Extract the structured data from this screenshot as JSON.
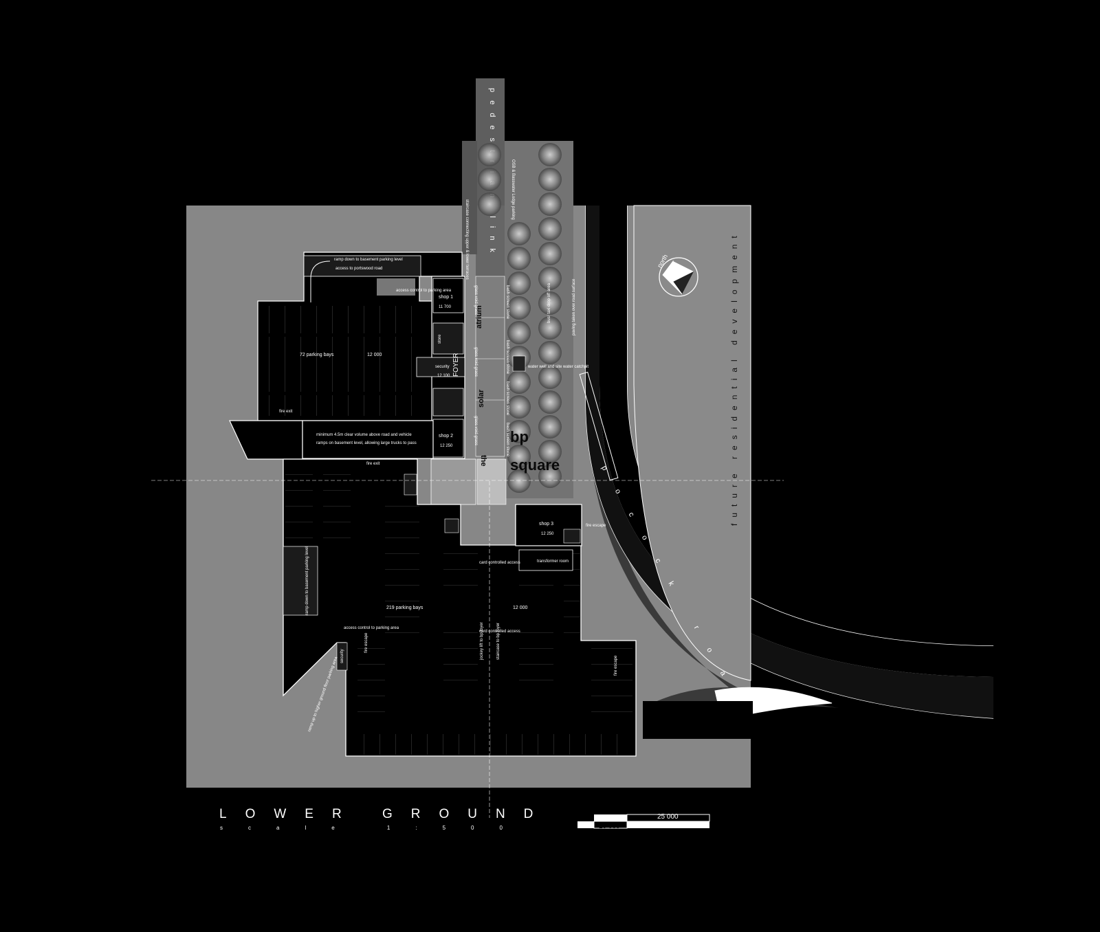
{
  "title": "LOWER GROUND",
  "subtitle": "scale  1:500",
  "scale_bar": {
    "major": "25 000",
    "minor": "10 000"
  },
  "north_label": "north",
  "future_development": "future residential development",
  "pedestrian_link": "pedestrian link",
  "road_name": "pocock road",
  "bp_square": {
    "line1": "bp",
    "line2": "square",
    "the": "the"
  },
  "atrium_labels": {
    "atrium": "atrium",
    "solar": "solar",
    "foyer": "FOYER"
  },
  "glass_void": [
    "glass void grass",
    "glass void grass",
    "glass void grass"
  ],
  "shops": [
    {
      "name": "shop 1",
      "area": "11 700"
    },
    {
      "name": "shop 2",
      "area": "12 250"
    },
    {
      "name": "shop 3",
      "area": "12 250"
    }
  ],
  "security_top": {
    "name": "security",
    "area": "12 100"
  },
  "parking_north": {
    "label": "72 parking bays",
    "area": "12 000"
  },
  "parking_south": {
    "label": "219 parking bays",
    "area": "12 000"
  },
  "notes": {
    "ramp_down": "ramp down to basement parking level",
    "access_portswood": "access to portswood road",
    "access_control_top": "access control to parking area",
    "clear_volume_1": "minimum 4.5m clear volume above road and vehicle",
    "clear_volume_2": "ramps on basement level, allowing large trucks to pass",
    "fire_exit": "fire exit",
    "fire_exit_2": "fire exit",
    "fire_escape": "fire escape",
    "fire_escape_2": "fire escape",
    "fire_escape_3": "fire escape",
    "card_access": "card controlled access",
    "card_access_2": "card controlled access",
    "transformer": "transformer room",
    "access_control_south": "access control to parking area",
    "ramp_down_basement": "ramp down to basement parking level",
    "ramp_up": "ramp up to higher ground floor parking area",
    "water_well": "water well and site water catchpit",
    "store": "store",
    "security": "security",
    "bus_taxi": "bus/ taxi drop off area",
    "paving": "paving taken over road surface",
    "lodge_parking": "OSB & Basswater Lodge parking",
    "staircase": "staircase connecting upper & lower terraces",
    "jockey_lift": "jockey lift to bp foyer",
    "jockey_lift_2": "staircase to bp foyer"
  },
  "tree_strip": [
    "bash screen stone",
    "bash screen stone",
    "bash screen stone",
    "bash screen stone"
  ]
}
